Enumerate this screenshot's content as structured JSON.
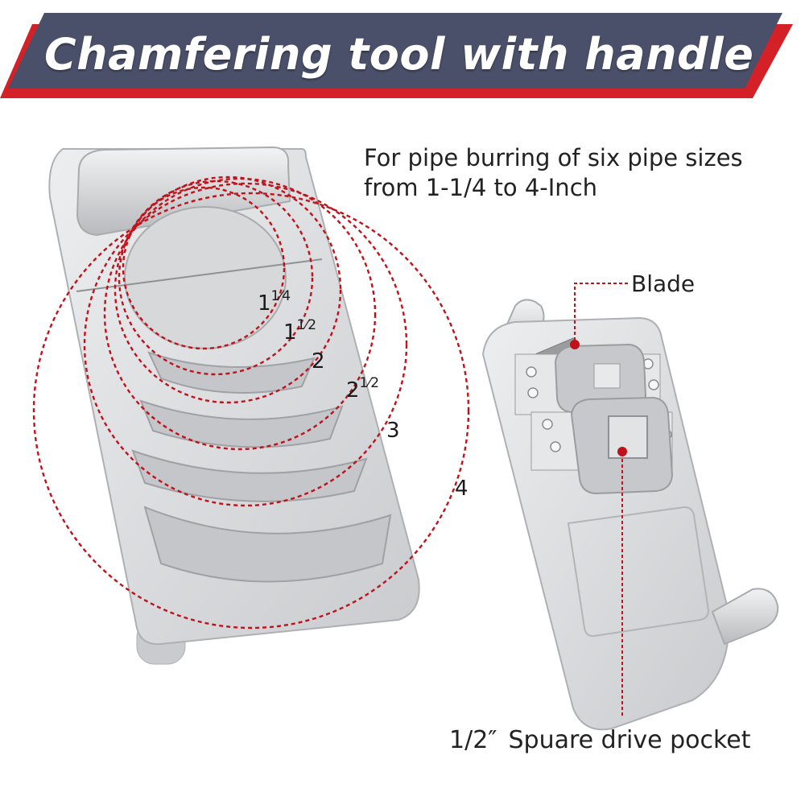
{
  "header": {
    "title": "Chamfering tool with handle",
    "colors": {
      "banner": "#4a5069",
      "stripe": "#d42027",
      "text": "#ffffff"
    }
  },
  "description": {
    "line1": "For pipe burring of six pipe sizes",
    "line2": "from 1-1/4 to 4-Inch"
  },
  "callouts": {
    "blade": "Blade",
    "drive_size": "1/2″",
    "drive_text": "Spuare drive pocket"
  },
  "pipe_sizes": [
    {
      "whole": "1",
      "frac": "1⁄4"
    },
    {
      "whole": "1",
      "frac": "1⁄2"
    },
    {
      "whole": "2",
      "frac": ""
    },
    {
      "whole": "2",
      "frac": "1⁄2"
    },
    {
      "whole": "3",
      "frac": ""
    },
    {
      "whole": "4",
      "frac": ""
    }
  ],
  "colors": {
    "circle": "#c0121b",
    "tool": "#d9dadc",
    "tool_shade": "#b9bbbe"
  }
}
